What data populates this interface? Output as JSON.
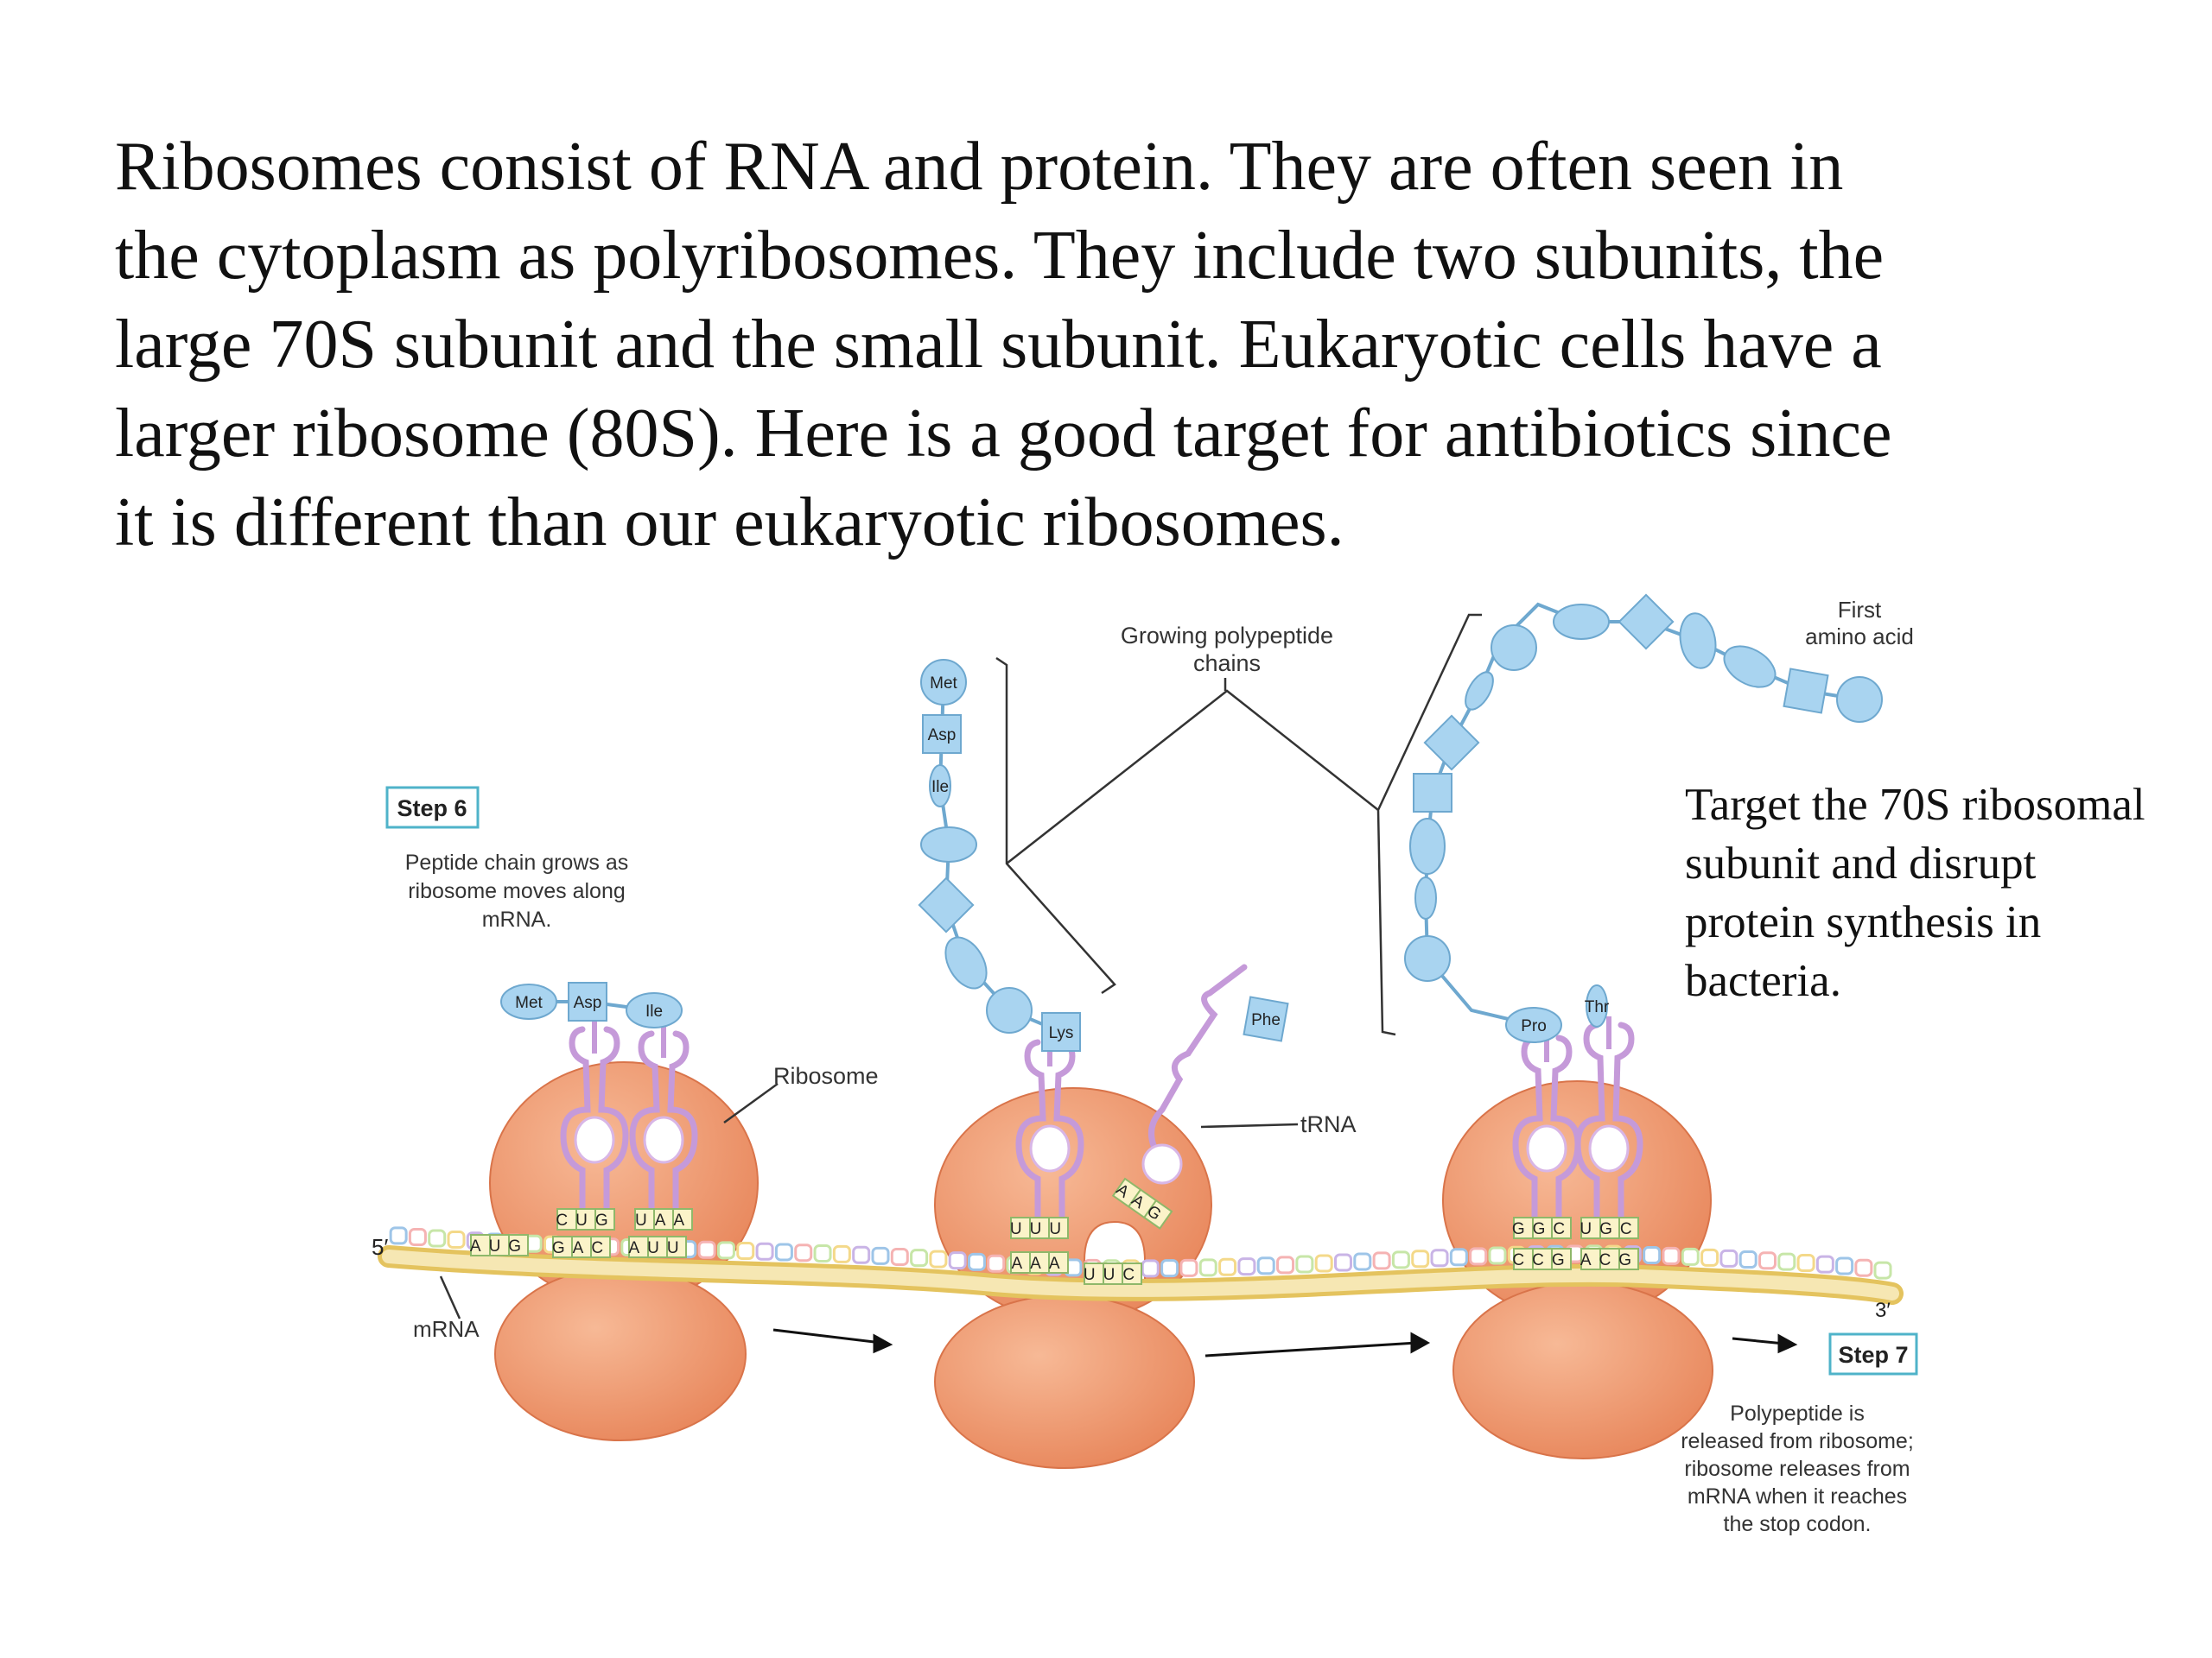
{
  "paragraph": {
    "lines": [
      "Ribosomes consist of RNA and protein.  They are often seen in",
      "the cytoplasm as polyribosomes.  They include two subunits, the",
      "large 70S subunit and the small subunit.  Eukaryotic cells have a",
      "larger ribosome (80S).  Here is a good target for antibiotics since",
      "it is different than our eukaryotic ribosomes."
    ]
  },
  "side_note": {
    "lines": [
      "Target the 70S ribosomal",
      "subunit and disrupt",
      "protein synthesis in",
      "bacteria."
    ]
  },
  "figure": {
    "step6": {
      "title": "Step 6",
      "desc": [
        "Peptide chain grows as",
        "ribosome moves along",
        "mRNA."
      ]
    },
    "step7": {
      "title": "Step 7",
      "desc": [
        "Polypeptide is",
        "released from ribosome;",
        "ribosome releases from",
        "mRNA when it reaches",
        "the stop codon."
      ]
    },
    "growing_label": [
      "Growing polypeptide",
      "chains"
    ],
    "first_amino": [
      "First",
      "amino acid"
    ],
    "ribosome_label": "Ribosome",
    "trna_label": "tRNA",
    "mrna_label": "mRNA",
    "five_prime": "5′",
    "three_prime": "3′",
    "amino_acids": {
      "r1": [
        "Met",
        "Asp",
        "Ile"
      ],
      "r2_chain": [
        "Met",
        "Asp",
        "Ile"
      ],
      "r2_lys": "Lys",
      "r2_phe": "Phe",
      "r3_pro": "Pro",
      "r3_thr": "Thr"
    },
    "codons": {
      "r1_anticodons": [
        "CUG",
        "UAA"
      ],
      "r1_mrna": [
        "A",
        "U",
        "G",
        "G",
        "A",
        "C",
        "A",
        "U",
        "U"
      ],
      "r2_anticodon": "UUU",
      "r2_mrna": "AAA",
      "r2_next": "UUC",
      "r2_incoming": "AAG",
      "r3_anticodons": [
        "GGC",
        "UGC"
      ],
      "r3_mrna": [
        "CCG",
        "ACG"
      ]
    },
    "colors": {
      "ribosome": "#ef9a72",
      "ribosome_edge": "#d9744a",
      "trna": "#d8b6e6",
      "amino": "#a9d4f0",
      "amino_edge": "#6ea8cf",
      "mrna": "#f3dd96",
      "step_box": "#4fb3c9"
    }
  }
}
